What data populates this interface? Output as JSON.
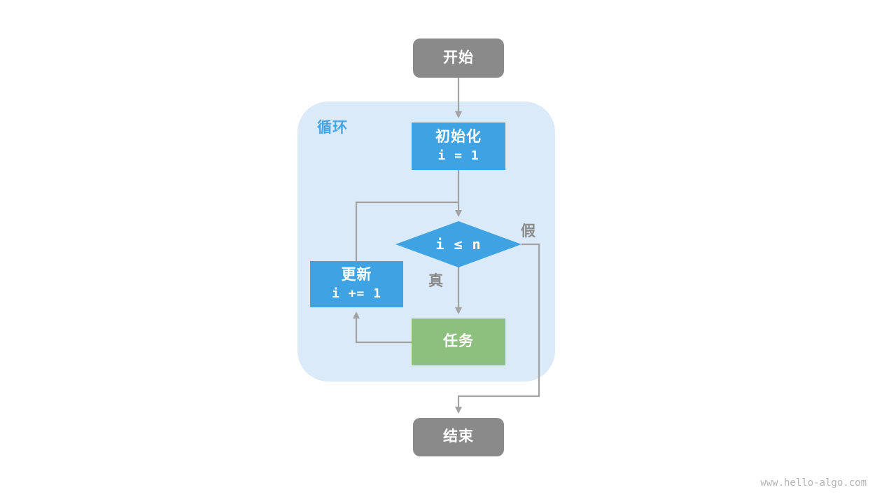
{
  "diagram": {
    "container_label": "循环",
    "nodes": {
      "start": {
        "label": "开始"
      },
      "init": {
        "label": "初始化",
        "code": "i = 1"
      },
      "condition": {
        "label": "i ≤ n"
      },
      "update": {
        "label": "更新",
        "code": "i += 1"
      },
      "task": {
        "label": "任务"
      },
      "end": {
        "label": "结束"
      }
    },
    "edge_labels": {
      "true": "真",
      "false": "假"
    }
  },
  "watermark": "www.hello-algo.com",
  "colors": {
    "node_gray": "#8a8a8a",
    "node_blue": "#3fa2e2",
    "node_green": "#8dbf7f",
    "loop_background": "#daeaf8",
    "loop_label": "#45a5e6",
    "arrow": "#a3a3a3",
    "edge_label": "#8a8a8a",
    "watermark": "#b5b5b5"
  }
}
